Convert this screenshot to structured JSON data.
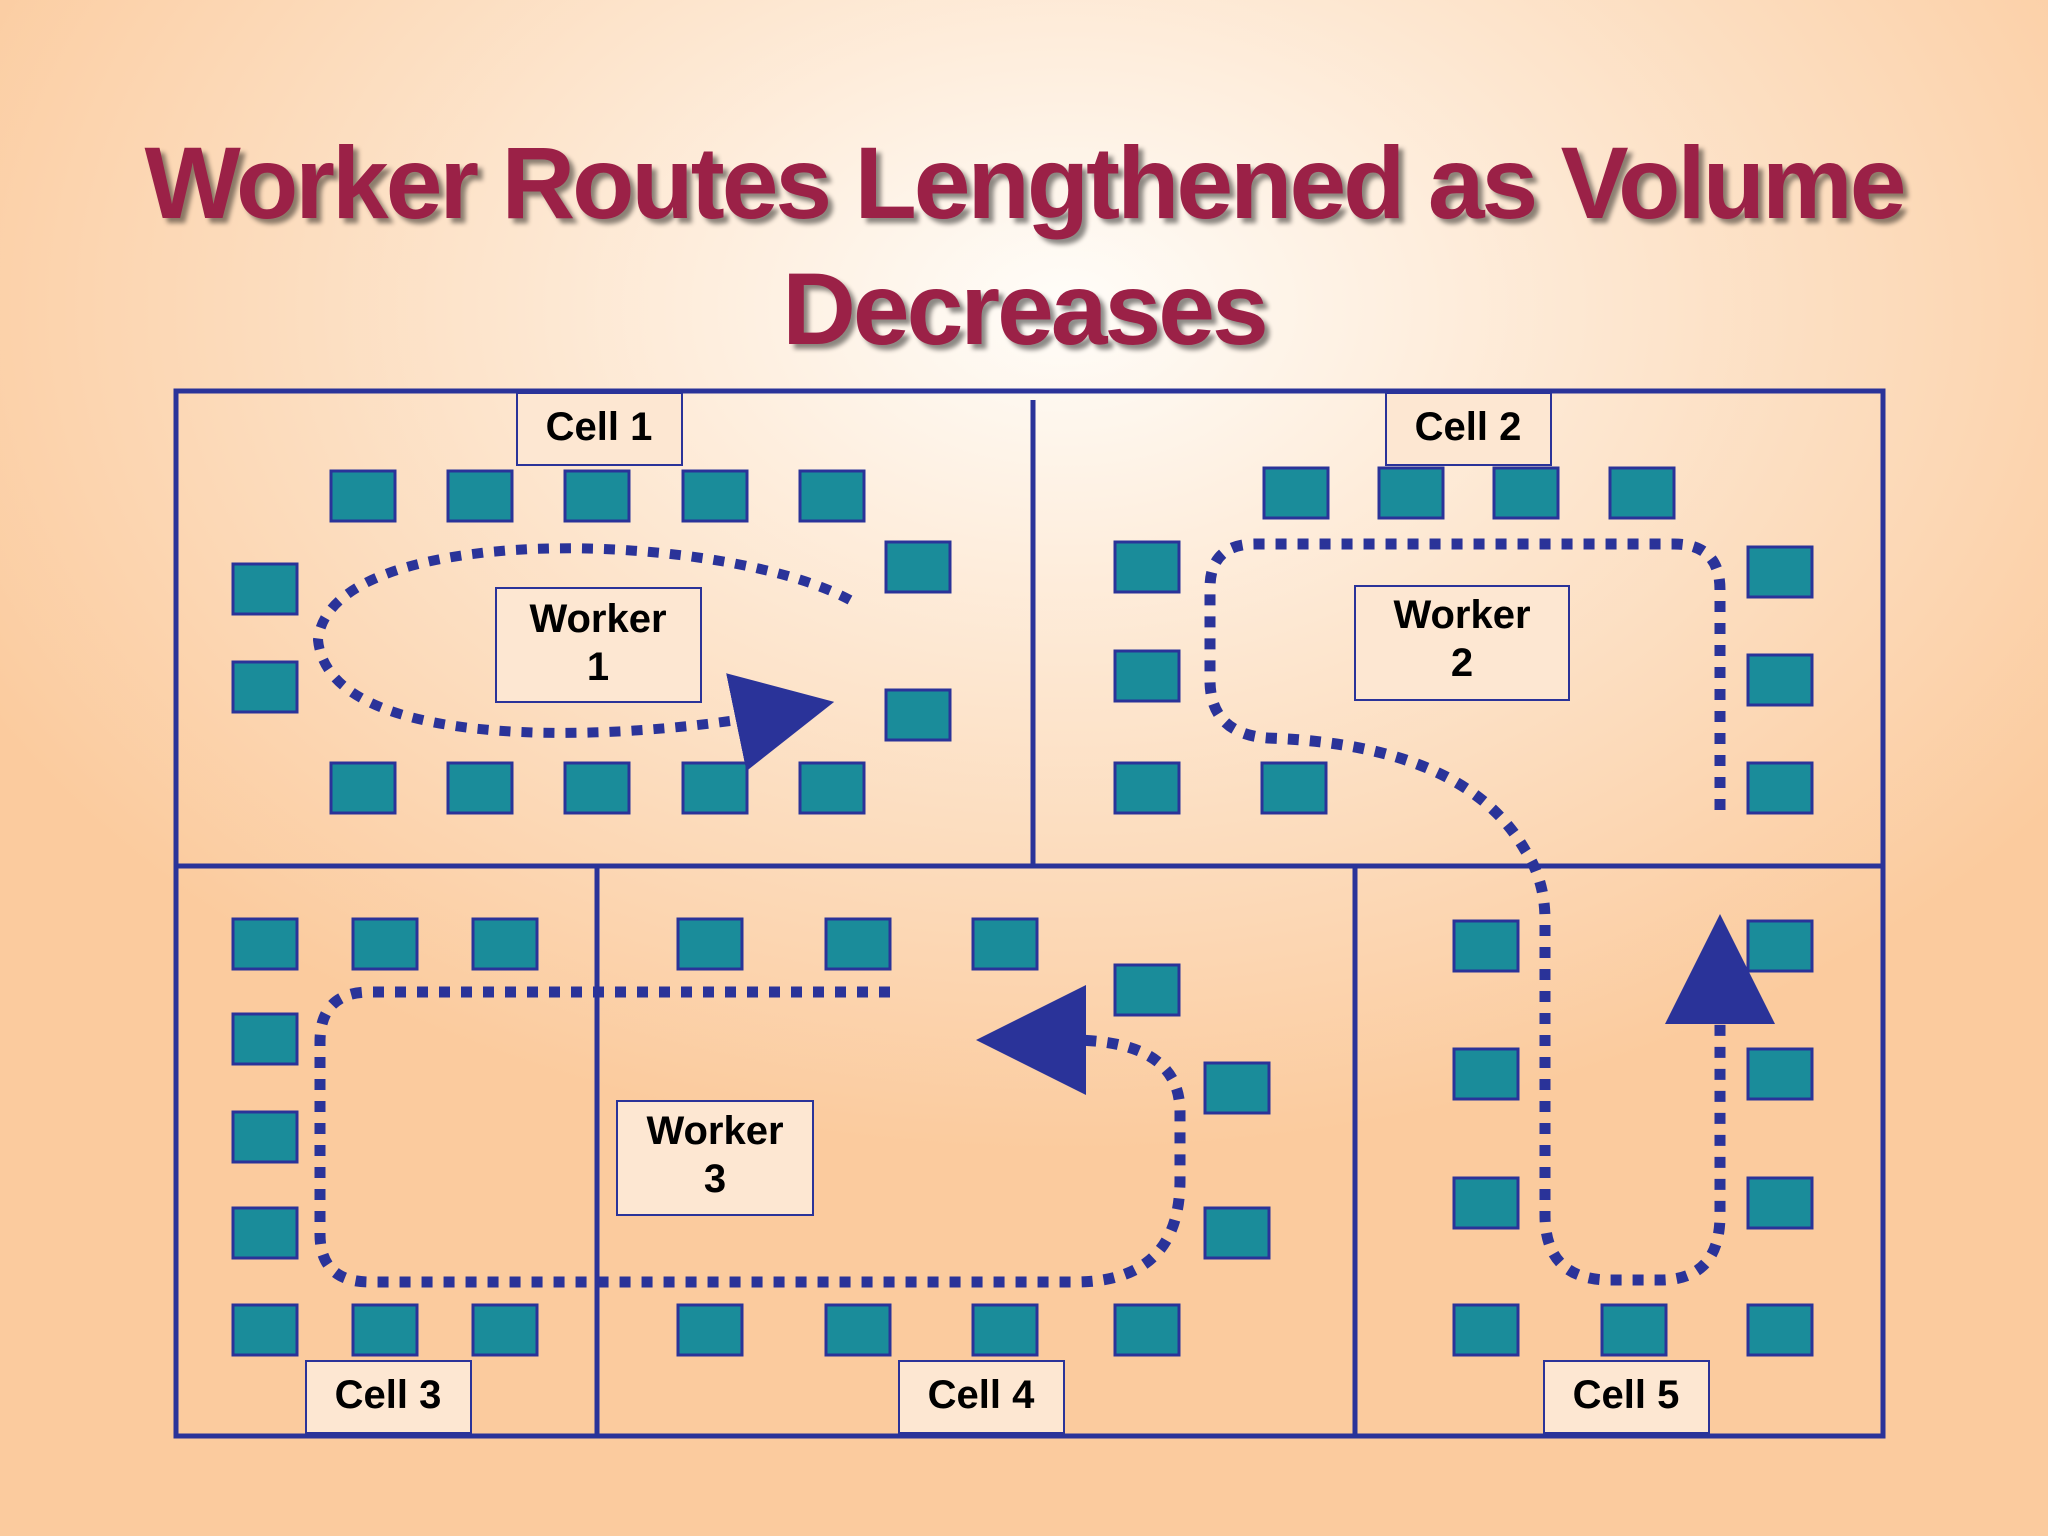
{
  "title": {
    "line1": "Worker Routes Lengthened as Volume",
    "line2": "Decreases"
  },
  "colors": {
    "title": "#9b2147",
    "border": "#2a3399",
    "machine_fill": "#1a8c9a",
    "machine_stroke": "#2a3399",
    "route": "#2a3399",
    "label_bg": "#fde7d2"
  },
  "cells": [
    {
      "id": "cell-1",
      "label": "Cell 1"
    },
    {
      "id": "cell-2",
      "label": "Cell 2"
    },
    {
      "id": "cell-3",
      "label": "Cell 3"
    },
    {
      "id": "cell-4",
      "label": "Cell 4"
    },
    {
      "id": "cell-5",
      "label": "Cell 5"
    }
  ],
  "workers": [
    {
      "id": "worker-1",
      "line1": "Worker",
      "line2": "1"
    },
    {
      "id": "worker-2",
      "line1": "Worker",
      "line2": "2"
    },
    {
      "id": "worker-3",
      "line1": "Worker",
      "line2": "3"
    }
  ]
}
